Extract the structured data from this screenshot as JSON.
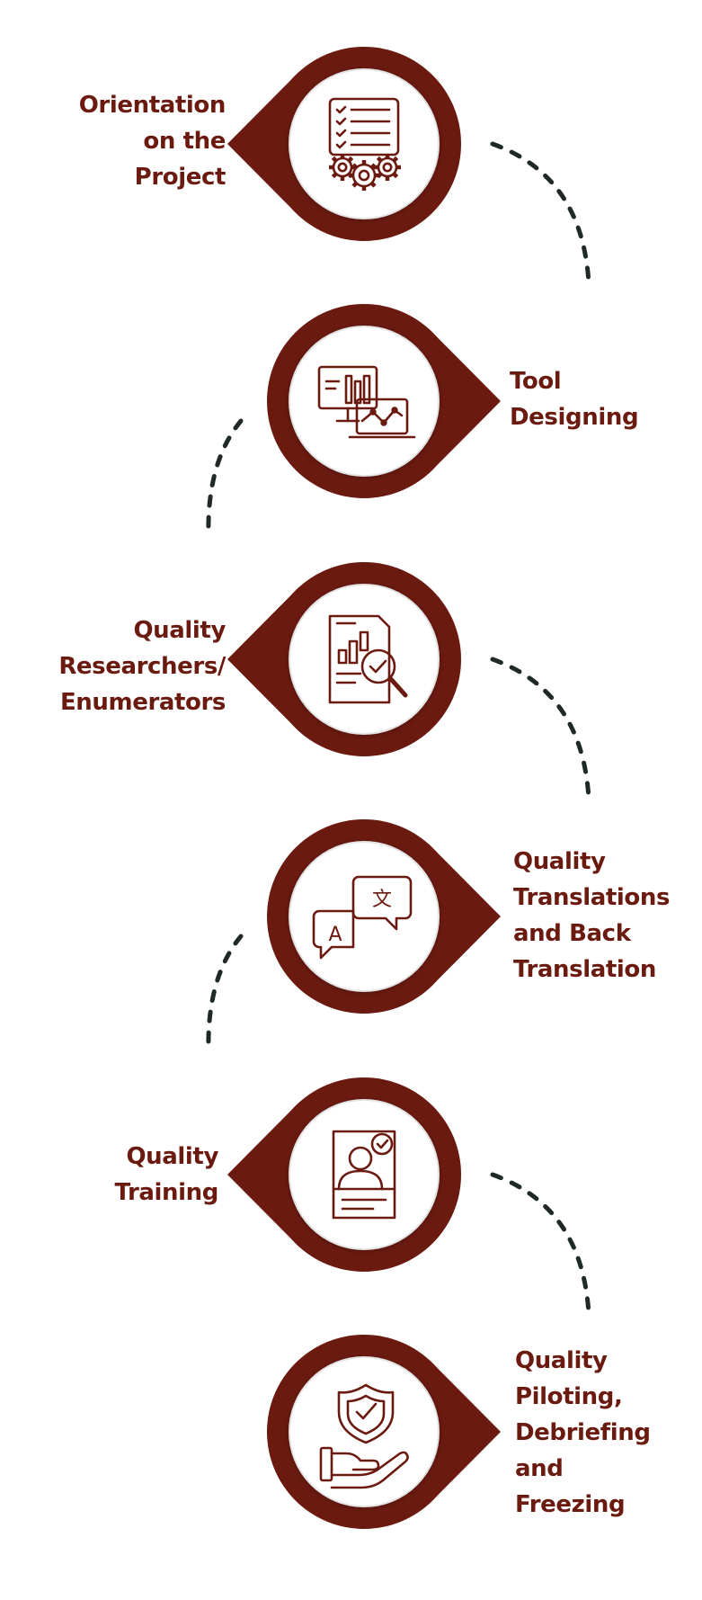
{
  "colors": {
    "badge": "#6b1a10",
    "icon": "#6b1a10",
    "ring_inner": "#ffffff",
    "ring_edge": "#e4e4e4",
    "connector": "#1f2a24",
    "label_text": "#6b1a10"
  },
  "steps": [
    {
      "label_lines": [
        "Orientation",
        "on the",
        "Project"
      ],
      "icon": "checklist-gears-icon",
      "pointer": "left"
    },
    {
      "label_lines": [
        "Tool",
        "Designing"
      ],
      "icon": "monitor-laptop-charts-icon",
      "pointer": "right"
    },
    {
      "label_lines": [
        "Quality",
        "Researchers/",
        "Enumerators"
      ],
      "icon": "report-magnifier-check-icon",
      "pointer": "left"
    },
    {
      "label_lines": [
        "Quality",
        "Translations",
        "and Back",
        "Translation"
      ],
      "icon": "translation-bubbles-icon",
      "pointer": "right"
    },
    {
      "label_lines": [
        "Quality",
        "Training"
      ],
      "icon": "trainer-profile-icon",
      "pointer": "left"
    },
    {
      "label_lines": [
        "Quality",
        "Piloting,",
        "Debriefing",
        "and",
        "Freezing"
      ],
      "icon": "hand-shield-check-icon",
      "pointer": "right"
    }
  ]
}
